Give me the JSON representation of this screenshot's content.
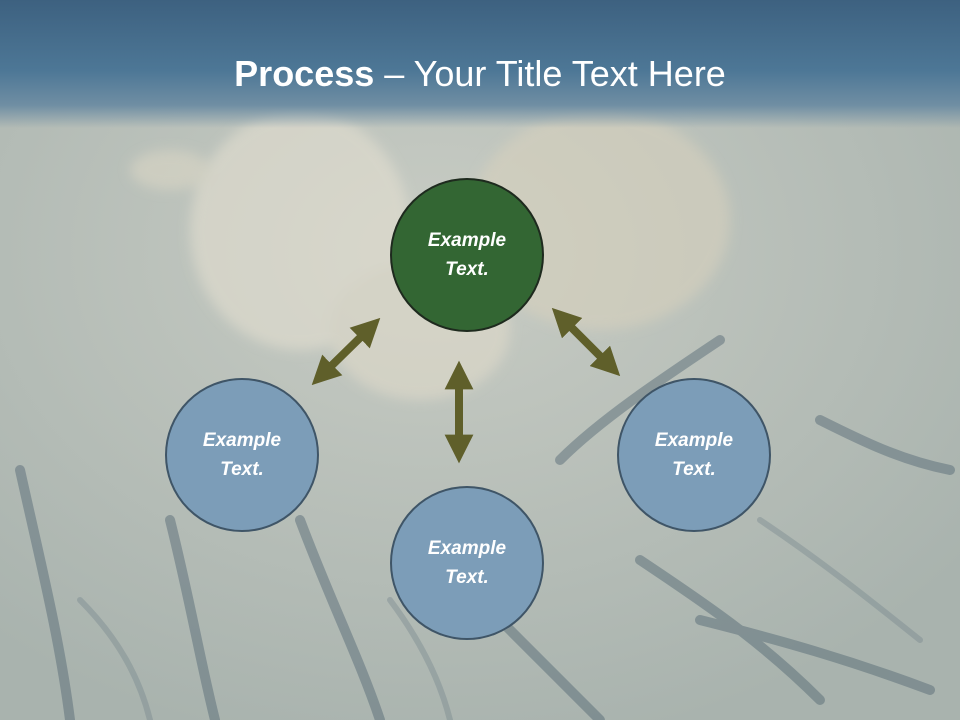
{
  "slide": {
    "title_bold": "Process",
    "title_rest": " – Your Title Text Here"
  },
  "nodes": {
    "top": "Example Text.",
    "left": "Example Text.",
    "bottom": "Example Text.",
    "right": "Example Text."
  },
  "colors": {
    "header": "#4d7796",
    "center_node": "#336633",
    "outer_node": "#7c9db8",
    "arrow": "#5f5f2a"
  },
  "arrows": [
    "double-arrow-top-left",
    "double-arrow-vertical",
    "double-arrow-top-right"
  ]
}
